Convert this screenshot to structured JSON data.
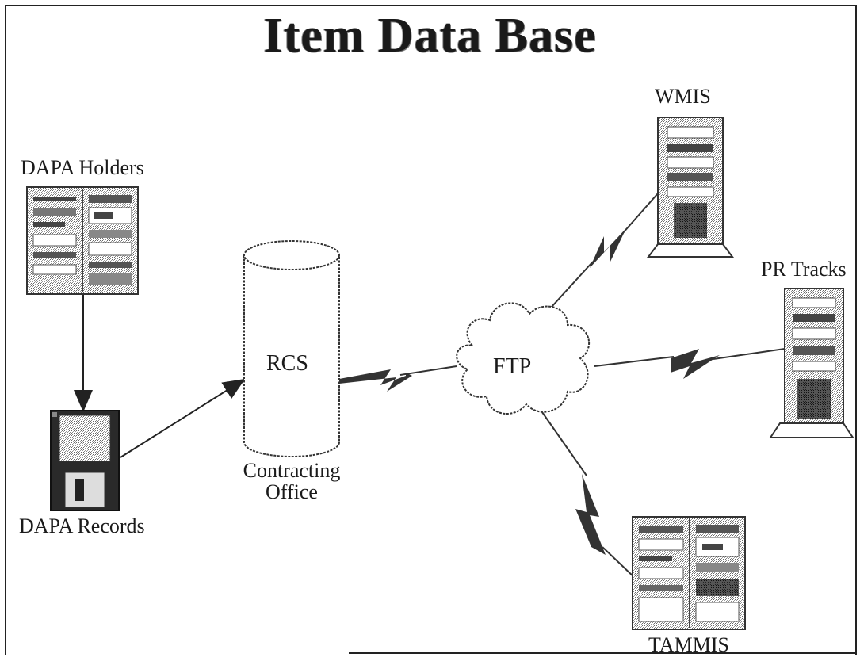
{
  "title": "Item Data Base",
  "nodes": {
    "dapa_holders": "DAPA Holders",
    "dapa_records": "DAPA Records",
    "rcs": "RCS",
    "contracting_office_line1": "Contracting",
    "contracting_office_line2": "Office",
    "ftp": "FTP",
    "wmis": "WMIS",
    "pr_tracks": "PR Tracks",
    "tammis": "TAMMIS"
  },
  "icons": {
    "dapa_holders": "computer-screen-icon",
    "dapa_records": "floppy-disk-icon",
    "rcs": "database-cylinder-icon",
    "ftp": "cloud-icon",
    "wmis": "server-tower-icon",
    "pr_tracks": "server-tower-icon",
    "tammis": "computer-screen-icon"
  },
  "connections": [
    {
      "from": "DAPA Holders",
      "to": "DAPA Records",
      "type": "arrow"
    },
    {
      "from": "DAPA Records",
      "to": "RCS",
      "type": "arrow"
    },
    {
      "from": "RCS",
      "to": "FTP",
      "type": "lightning"
    },
    {
      "from": "FTP",
      "to": "WMIS",
      "type": "lightning"
    },
    {
      "from": "FTP",
      "to": "PR Tracks",
      "type": "lightning"
    },
    {
      "from": "FTP",
      "to": "TAMMIS",
      "type": "lightning"
    }
  ]
}
